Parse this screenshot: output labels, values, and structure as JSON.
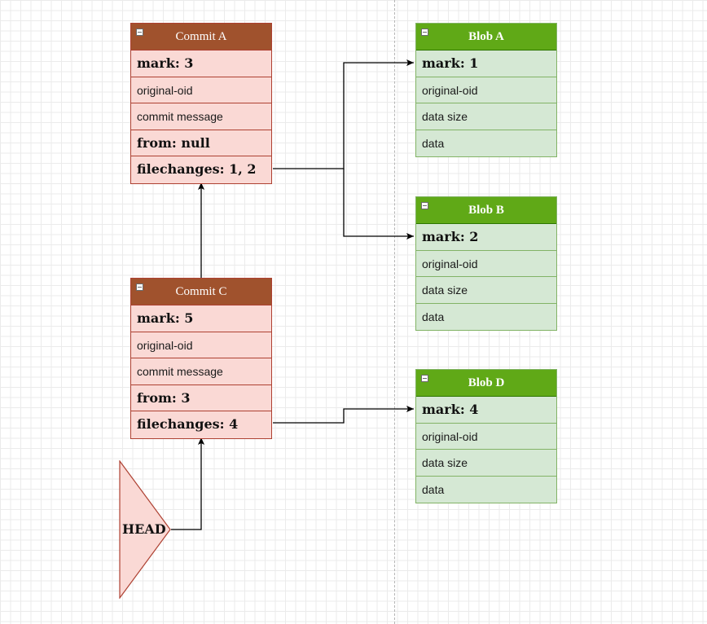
{
  "commits": [
    {
      "title": "Commit A",
      "rows": [
        "mark: 3",
        "original-oid",
        "commit message",
        "from: null",
        "filechanges: 1, 2"
      ]
    },
    {
      "title": "Commit C",
      "rows": [
        "mark: 5",
        "original-oid",
        "commit message",
        "from: 3",
        "filechanges: 4"
      ]
    }
  ],
  "blobs": [
    {
      "title": "Blob A",
      "rows": [
        "mark: 1",
        "original-oid",
        "data size",
        "data"
      ]
    },
    {
      "title": "Blob B",
      "rows": [
        "mark: 2",
        "original-oid",
        "data size",
        "data"
      ]
    },
    {
      "title": "Blob D",
      "rows": [
        "mark: 4",
        "original-oid",
        "data size",
        "data"
      ]
    }
  ],
  "head": {
    "label": "HEAD"
  },
  "colors": {
    "commit_header": "#a0522d",
    "commit_fill": "#fad9d5",
    "commit_border": "#ae4132",
    "blob_header": "#60a917",
    "blob_fill": "#d5e8d4",
    "blob_border": "#82b366",
    "edge": "#000000"
  }
}
